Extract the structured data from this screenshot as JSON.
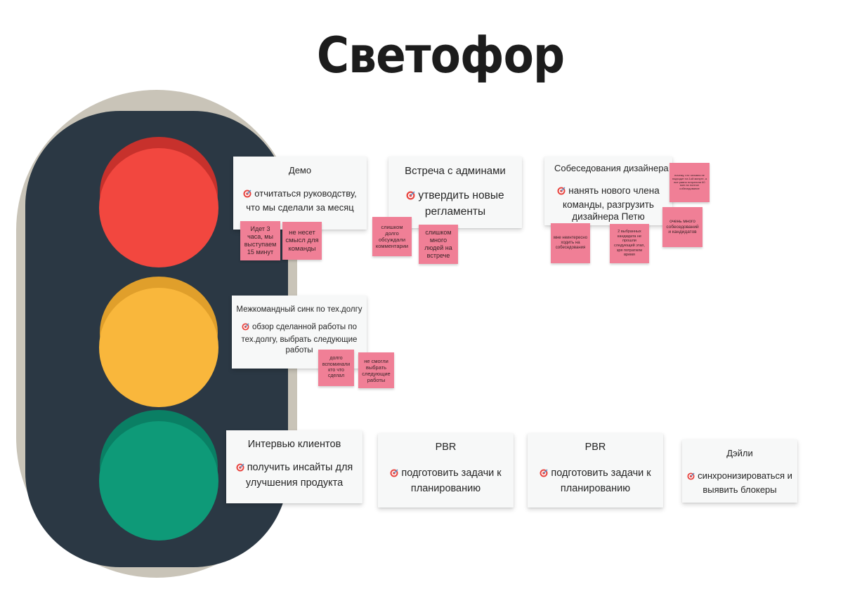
{
  "page": {
    "title": "Светофор"
  },
  "colors": {
    "light_frame": "#c9c4b8",
    "light_body": "#2b3844",
    "red": "#f2473f",
    "yellow": "#f9b73c",
    "green": "#0e9a78",
    "sticky": "#f07f96",
    "card": "#f7f8f8"
  },
  "icons": {
    "goal": "target-icon"
  },
  "red_zone": {
    "cards": [
      {
        "title": "Демо",
        "goal": "отчитаться руководству, что мы сделали за месяц"
      },
      {
        "title": "Встреча с админами",
        "goal": "утвердить новые регламенты"
      },
      {
        "title": "Собеседования дизайнера",
        "goal": "нанять нового члена команды, разгрузить дизайнера Петю"
      }
    ],
    "stickies": [
      "Идет 3 часа, мы выступаем 15 минут",
      "не несет смысл для команды",
      "слишком долго обсуждали комментарии",
      "слишком много людей на встрече",
      "почему, что человек не подходит на 1ой минуте, а все равно потратили 60 мин на полное собеседование",
      "мне неинтересно ходить на собеседования",
      "2 выбранных кандидата не прошли следующий этап, зря потратили время",
      "очень много собеседований и кандидатов"
    ]
  },
  "yellow_zone": {
    "cards": [
      {
        "title": "Межкомандный синк по тех.долгу",
        "goal": "обзор сделанной работы по тех.долгу, выбрать следующие работы"
      }
    ],
    "stickies": [
      "долго вспоминали кто что сделал",
      "не смогли выбрать следующие работы"
    ]
  },
  "green_zone": {
    "cards": [
      {
        "title": "Интервью клиентов",
        "goal": "получить инсайты для улучшения продукта"
      },
      {
        "title": "PBR",
        "goal": "подготовить задачи к планированию"
      },
      {
        "title": "PBR",
        "goal": "подготовить задачи к планированию"
      },
      {
        "title": "Дэйли",
        "goal": "синхронизироваться и выявить блокеры"
      }
    ]
  }
}
